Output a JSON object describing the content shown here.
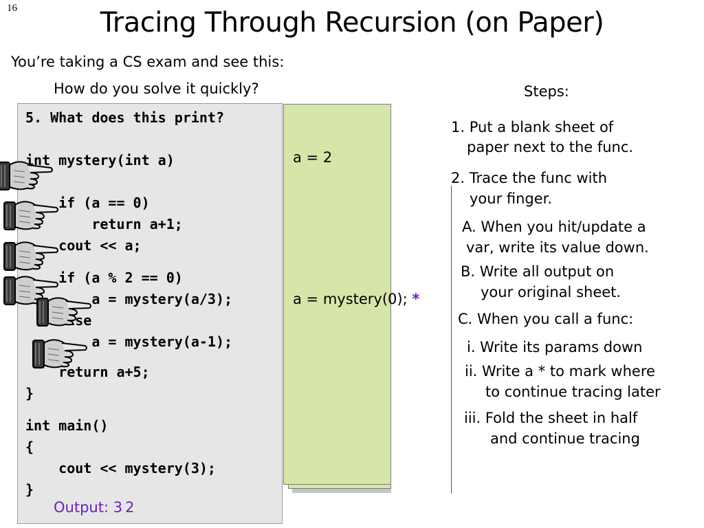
{
  "slide_number": "16",
  "title": "Tracing Through Recursion (on Paper)",
  "intro": "You’re taking a CS exam and see this:",
  "question": "How do you solve it quickly?",
  "code": {
    "line1": "5. What does this print?",
    "line2": "int mystery(int a)",
    "line3": "{",
    "line4": "    if (a == 0)",
    "line5": "        return a+1;",
    "line6": "    cout << a;",
    "line7": "    if (a % 2 == 0)",
    "line8": "        a = mystery(a/3);",
    "line9": "    else",
    "line10": "        a = mystery(a-1);",
    "line11": "    return a+5;",
    "line12": "}",
    "line13": "int main()",
    "line14": "{",
    "line15": "    cout << mystery(3);",
    "line16": "}"
  },
  "output": {
    "label": "Output: 3",
    "extra": "2",
    "color": "#6a1fc0"
  },
  "sheet": {
    "color": "#d6e6a8",
    "line1": "a = 2",
    "line2": "a = mystery(0);",
    "star": "*"
  },
  "steps": {
    "heading": "Steps:",
    "s1a": "1. Put a blank sheet of",
    "s1b": "paper next to the func.",
    "s2a": "2. Trace the func with",
    "s2b": "your finger.",
    "sAa": "A. When you hit/update a",
    "sAb": "var, write its value down.",
    "sBa": "B. Write all output on",
    "sBb": "your original sheet.",
    "sC": "C. When you call a func:",
    "si": "i. Write its params down",
    "siia": "ii. Write a * to mark where",
    "siib": "to continue tracing later",
    "siiia": "iii. Fold the sheet in half",
    "siiib": "and continue tracing"
  },
  "icons": [
    "pointing-hand-icon"
  ]
}
